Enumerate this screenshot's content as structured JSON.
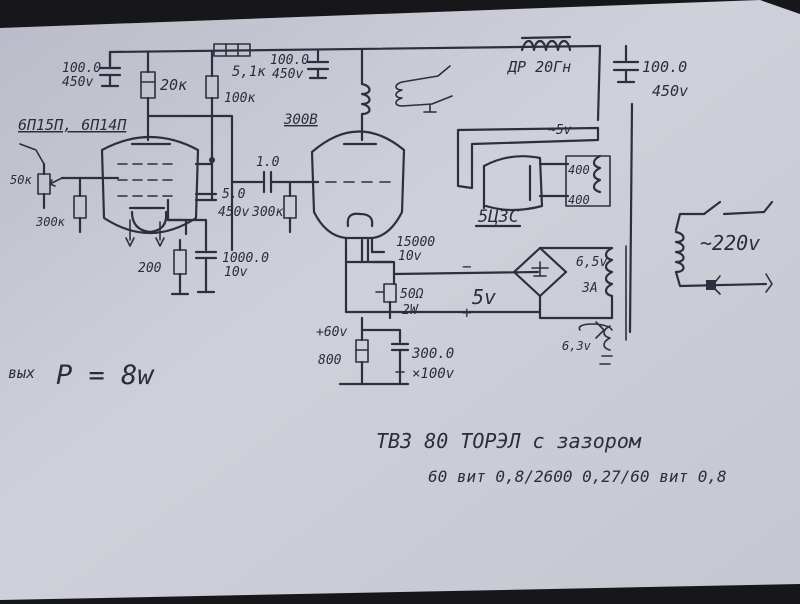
{
  "labels": {
    "c1_value": "100.0",
    "c1_voltage": "450v",
    "r_anode1": "20к",
    "r_top": "5,1к",
    "r_100k": "100к",
    "c2_value": "100.0",
    "c2_voltage": "450v",
    "choke": "ДР 20Гн",
    "c3_value": "100.0",
    "c3_voltage": "450v",
    "tube1_type": "6П15П, 6П14П",
    "pot_in": "50к",
    "r_in": "300к",
    "voltage_300": "300В",
    "c_coupling": "1.0",
    "c5_value": "5.0",
    "c5_voltage": "450v",
    "r_grid2": "300к",
    "r_cathode": "200",
    "c_cathode_value": "1000.0",
    "c_cathode_voltage": "10v",
    "c_heater_value": "15000",
    "c_heater_voltage": "10v",
    "heater_5v": "~5v",
    "rect_400a": "400",
    "rect_400b": "400",
    "rect_tube": "5Ц3С",
    "minus": "−",
    "plus": "+",
    "volt_5v": "5v",
    "pot_50": "50Ω",
    "pot_2w": "2W",
    "ac_65": "6,5v",
    "ac_3a": "3А",
    "ac_63": "6,3v",
    "mains": "~220v",
    "plus_60v": "+60v",
    "r_800": "800",
    "c_300_value": "300.0",
    "c_300_voltage": "×100v",
    "power_prefix": "вых",
    "power": "P = 8w",
    "transformer_line1": "ТВЗ 80  ТОРЭЛ с зазором",
    "transformer_line2": "60 вит 0,8/2600 0,27/60 вит 0,8"
  }
}
